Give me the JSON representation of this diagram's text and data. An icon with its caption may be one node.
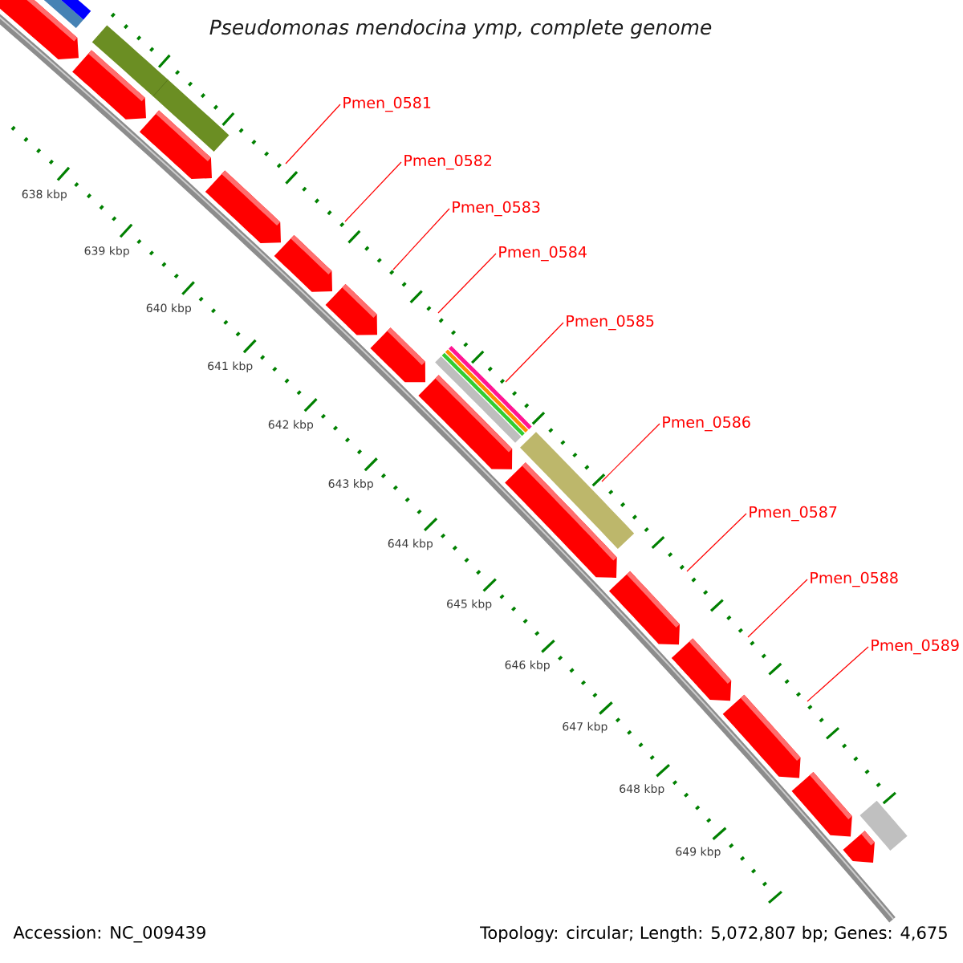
{
  "diagram": {
    "title": "Pseudomonas mendocina ymp, complete genome",
    "nodes": [
      {
        "text": [
          "Pmen_0581"
        ]
      },
      {
        "text": [
          "Pmen_0582"
        ]
      },
      {
        "text": [
          "Pmen_0583"
        ]
      },
      {
        "text": [
          "Pmen_0584"
        ]
      },
      {
        "text": [
          "Pmen_0585"
        ]
      },
      {
        "text": [
          "Pmen_0586"
        ]
      },
      {
        "text": [
          "Pmen_0587"
        ]
      },
      {
        "text": [
          "Pmen_0588"
        ]
      },
      {
        "text": [
          "Pmen_0589"
        ]
      }
    ],
    "edges": [
      {
        "from": 0,
        "to": null,
        "arrow": "none"
      },
      {
        "from": 1,
        "to": null,
        "arrow": "none"
      },
      {
        "from": 2,
        "to": null,
        "arrow": "none"
      },
      {
        "from": 3,
        "to": null,
        "arrow": "none"
      },
      {
        "from": 4,
        "to": null,
        "arrow": "none"
      },
      {
        "from": 5,
        "to": null,
        "arrow": "none"
      },
      {
        "from": 6,
        "to": null,
        "arrow": "none"
      },
      {
        "from": 7,
        "to": null,
        "arrow": "none"
      },
      {
        "from": 8,
        "to": null,
        "arrow": "none"
      }
    ],
    "labels": [
      "Accession: NC_009439",
      "Topology: circular; Length: 5,072,807 bp; Genes: 4,675",
      "638 kbp",
      "639 kbp",
      "640 kbp",
      "641 kbp",
      "642 kbp",
      "643 kbp",
      "644 kbp",
      "645 kbp",
      "646 kbp",
      "647 kbp",
      "648 kbp",
      "649 kbp"
    ]
  }
}
